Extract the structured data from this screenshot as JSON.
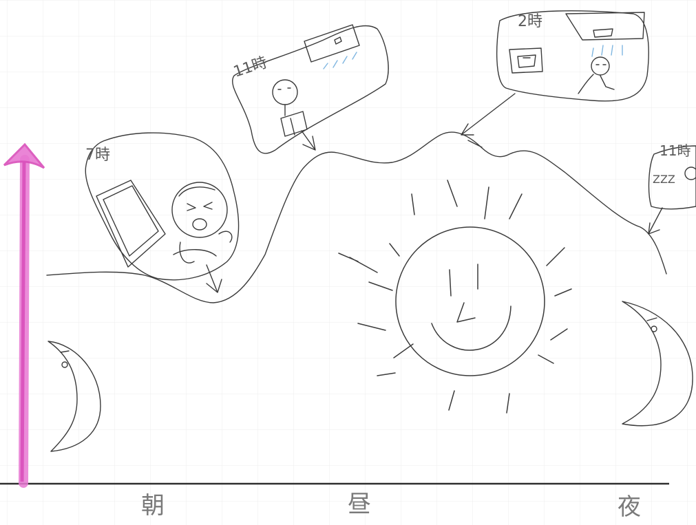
{
  "colors": {
    "pencil": "#3a3a3a",
    "grid": "#ececec",
    "axis_arrow": "#e05cc0",
    "sweat": "#7fb6e0",
    "paper": "#ffffff"
  },
  "icons": [
    "moon-icon",
    "sun-icon",
    "alarm-clock-icon",
    "energy-arrow-icon"
  ],
  "scenes": [
    {
      "id": "wake",
      "time": "7時",
      "caption": ""
    },
    {
      "id": "school",
      "time": "11時",
      "caption": ""
    },
    {
      "id": "lunch",
      "time": "2時",
      "caption": ""
    },
    {
      "id": "sleep",
      "time": "11時",
      "caption": "ZZZ"
    }
  ],
  "axis": {
    "labels": [
      "朝",
      "昼",
      "夜"
    ]
  }
}
